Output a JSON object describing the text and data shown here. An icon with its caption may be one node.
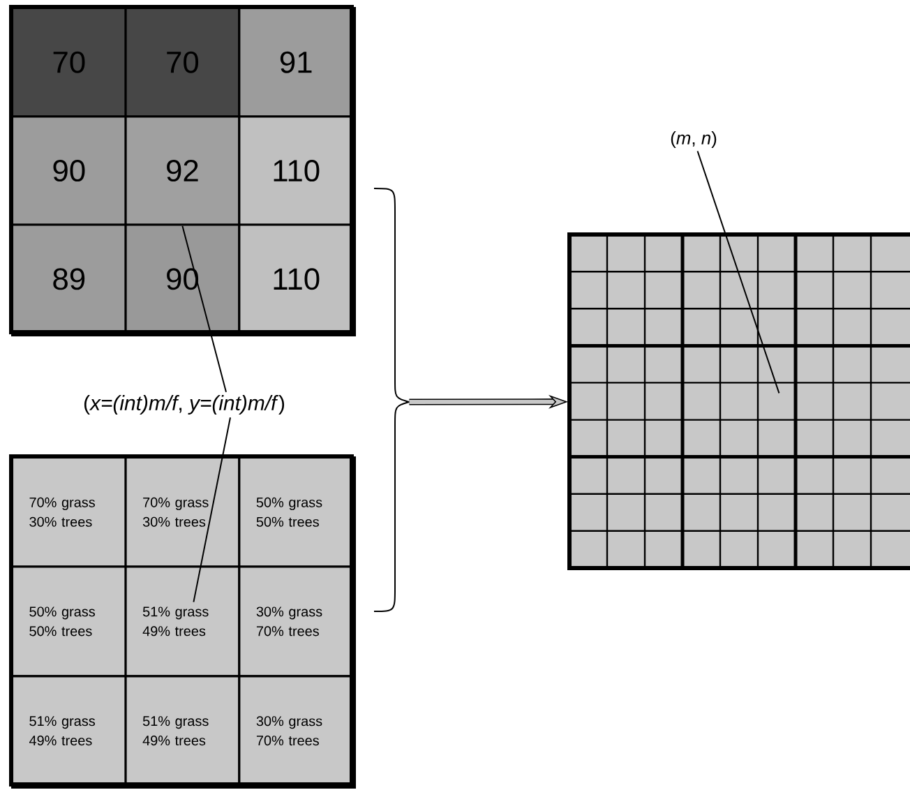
{
  "diagram": {
    "nodes": [
      {
        "text": [],
        "shape": "box"
      },
      {
        "text": [
          "70"
        ],
        "in": 0
      },
      {
        "text": [
          "70"
        ],
        "in": 0
      },
      {
        "text": [
          "91"
        ],
        "in": 0
      },
      {
        "text": [
          "90"
        ],
        "in": 0
      },
      {
        "text": [
          "92"
        ],
        "in": 0
      },
      {
        "text": [
          "110"
        ],
        "in": 0
      },
      {
        "text": [
          "89"
        ],
        "in": 0
      },
      {
        "text": [
          "90"
        ],
        "in": 0
      },
      {
        "text": [
          "110"
        ],
        "in": 0
      },
      {
        "text": [
          "(*x=(int)m/f*, *y=(int)m/f*)"
        ]
      },
      {
        "text": [],
        "shape": "box"
      },
      {
        "text": [
          "70% grass 30% trees"
        ],
        "in": 11
      },
      {
        "text": [
          "70% grass 30% trees"
        ],
        "in": 11
      },
      {
        "text": [
          "50% grass 50% trees"
        ],
        "in": 11
      },
      {
        "text": [
          "50% grass 50% trees"
        ],
        "in": 11
      },
      {
        "text": [
          "51% grass 49% trees"
        ],
        "in": 11
      },
      {
        "text": [
          "30% grass 70% trees"
        ],
        "in": 11
      },
      {
        "text": [
          "51% grass 49% trees"
        ],
        "in": 11
      },
      {
        "text": [
          "51% grass 49% trees"
        ],
        "in": 11
      },
      {
        "text": [
          "30% grass 70% trees"
        ],
        "in": 11
      },
      {
        "text": [],
        "shape": "box"
      },
      {
        "text": [
          "(*m*, *n*)"
        ]
      },
      {
        "text": [],
        "shape": "bracket"
      }
    ],
    "edges": [
      {
        "from": 10,
        "to": 5,
        "arrow": "none"
      },
      {
        "from": 10,
        "to": 16,
        "arrow": "none"
      },
      {
        "from": 22,
        "to": 21,
        "arrow": "none"
      },
      {
        "from": 23,
        "to": 21,
        "arrow": "to",
        "style": "thick"
      }
    ]
  }
}
